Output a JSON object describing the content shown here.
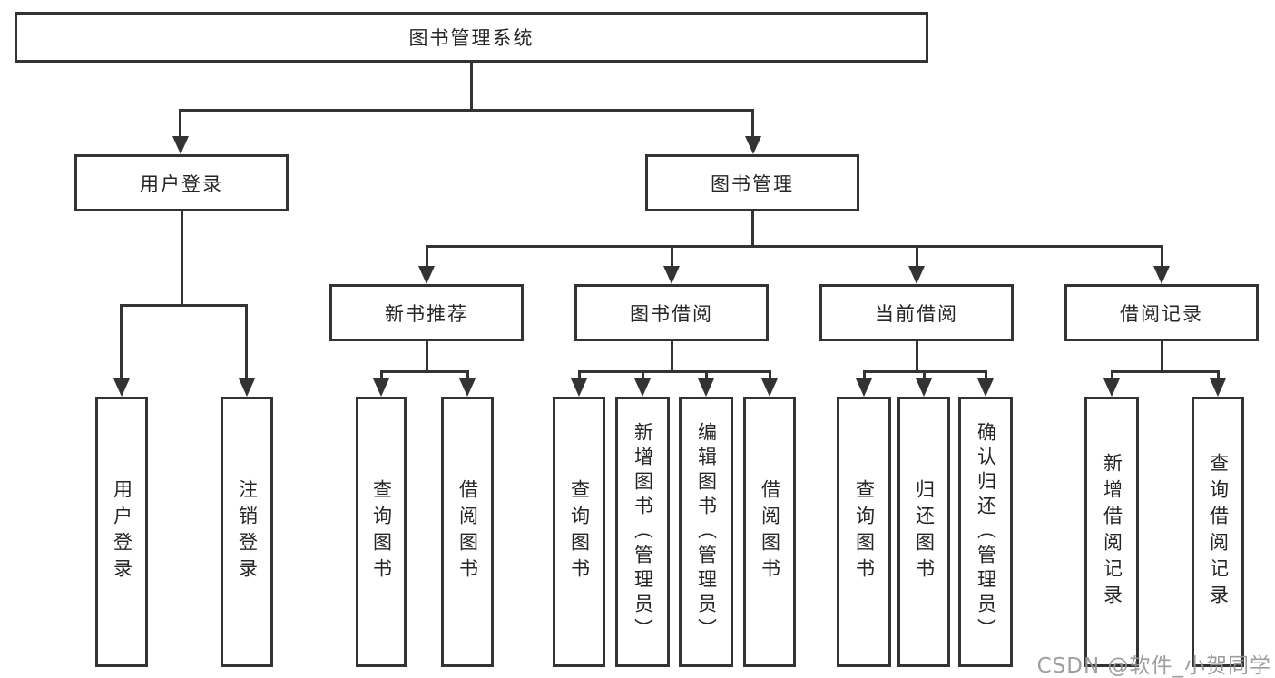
{
  "diagram_title": "图书管理系统",
  "nodes": {
    "root": "图书管理系统",
    "user_login": "用户登录",
    "book_mgmt": "图书管理",
    "leaf_user_login": "用户登录",
    "leaf_logout": "注销登录",
    "new_book_rec": "新书推荐",
    "book_borrow": "图书借阅",
    "current_borrow": "当前借阅",
    "borrow_record": "借阅记录",
    "nbr_query": "查询图书",
    "nbr_borrow": "借阅图书",
    "bb_query": "查询图书",
    "bb_add": "新增图书（管理员）",
    "bb_edit": "编辑图书（管理员）",
    "bb_borrow": "借阅图书",
    "cb_query": "查询图书",
    "cb_return": "归还图书",
    "cb_confirm": "确认归还（管理员）",
    "br_add": "新增借阅记录",
    "br_query": "查询借阅记录"
  },
  "hierarchy": {
    "图书管理系统": {
      "用户登录": [
        "用户登录",
        "注销登录"
      ],
      "图书管理": {
        "新书推荐": [
          "查询图书",
          "借阅图书"
        ],
        "图书借阅": [
          "查询图书",
          "新增图书（管理员）",
          "编辑图书（管理员）",
          "借阅图书"
        ],
        "当前借阅": [
          "查询图书",
          "归还图书",
          "确认归还（管理员）"
        ],
        "借阅记录": [
          "新增借阅记录",
          "查询借阅记录"
        ]
      }
    }
  },
  "watermark": {
    "text": "CSDN @软件_小贺同学",
    "color": "#969696"
  },
  "colors": {
    "line": "#333333",
    "text": "#262626",
    "box_bg": "#ffffff"
  }
}
